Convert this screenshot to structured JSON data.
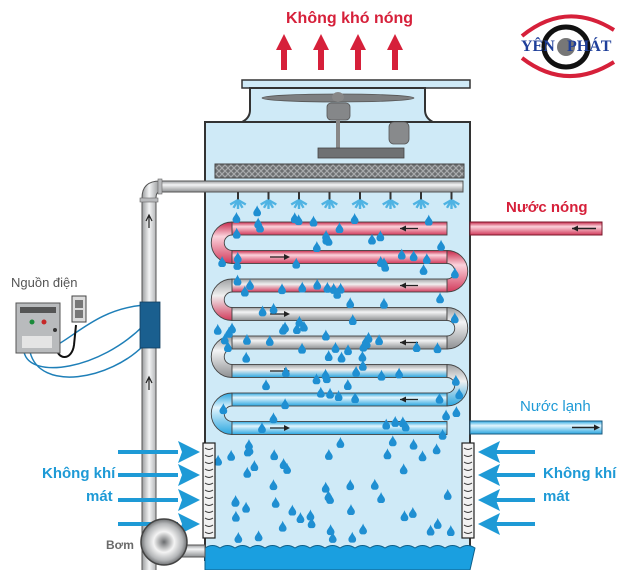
{
  "title": "Không khó nóng",
  "logo": {
    "text_left": "YÊN",
    "text_right": "PHÁT",
    "colors": {
      "ring": "#d6203a",
      "text": "#1f3f9a",
      "iris": "#111111"
    }
  },
  "labels": {
    "hot_air_out": "Không khó nóng",
    "power_source": "Nguồn điện",
    "hot_water": "Nước nóng",
    "cold_water": "Nước lạnh",
    "cool_air_left_line1": "Không khí",
    "cool_air_left_line2": "mát",
    "cool_air_right_line1": "Không khí",
    "cool_air_right_line2": "mát",
    "pump": "Bơm"
  },
  "colors": {
    "hot": "#d6203a",
    "cold": "#1e9ad6",
    "tower_fill": "#cfeaf7",
    "water": "#1a9fe0",
    "drop": "#1f8fd2",
    "pipe_gray": "#c9cbcd",
    "coil_red": "#e9607a",
    "coil_blue": "#7cc8ec"
  },
  "coil_rows": [
    {
      "color": "red",
      "flow": "left"
    },
    {
      "color": "red",
      "flow": "right"
    },
    {
      "color": "red-gray",
      "flow": "left"
    },
    {
      "color": "gray",
      "flow": "right"
    },
    {
      "color": "gray",
      "flow": "left"
    },
    {
      "color": "blue-gray",
      "flow": "right"
    },
    {
      "color": "blue",
      "flow": "left"
    },
    {
      "color": "blue",
      "flow": "right"
    }
  ],
  "spray_nozzle_count": 8,
  "hot_air_arrow_count": 4,
  "cool_air_arrow_count_per_side": 4
}
